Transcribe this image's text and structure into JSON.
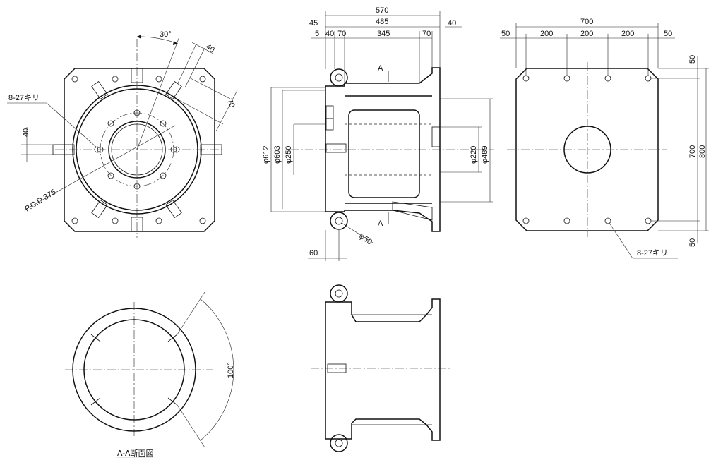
{
  "front_view": {
    "angle_30": "30°",
    "dim_40_lug": "40",
    "dim_70_lug": "70",
    "dim_40_pin": "40",
    "hole_note": "8-27キリ",
    "pcd": "P.C.D 375"
  },
  "side_view": {
    "overall_570": "570",
    "d45": "45",
    "d40_right": "40",
    "d485": "485",
    "d5": "5",
    "d40_left": "40",
    "d70_left": "70",
    "d345": "345",
    "d70_right": "70",
    "phi612": "φ612",
    "phi603": "φ603",
    "phi250": "φ250",
    "phi220": "φ220",
    "phi489": "φ489",
    "section_A_top": "A",
    "section_A_bottom": "A",
    "phi50": "φ50",
    "d60": "60"
  },
  "flange_view": {
    "overall_700": "700",
    "d50_left": "50",
    "d200_a": "200",
    "d200_b": "200",
    "d200_c": "200",
    "d50_right": "50",
    "d50_top": "50",
    "d700_vert": "700",
    "d800_vert": "800",
    "d50_bottom": "50",
    "hole_note": "8-27キリ"
  },
  "section_view": {
    "title": "A-A断面図",
    "angle_100": "100°"
  }
}
